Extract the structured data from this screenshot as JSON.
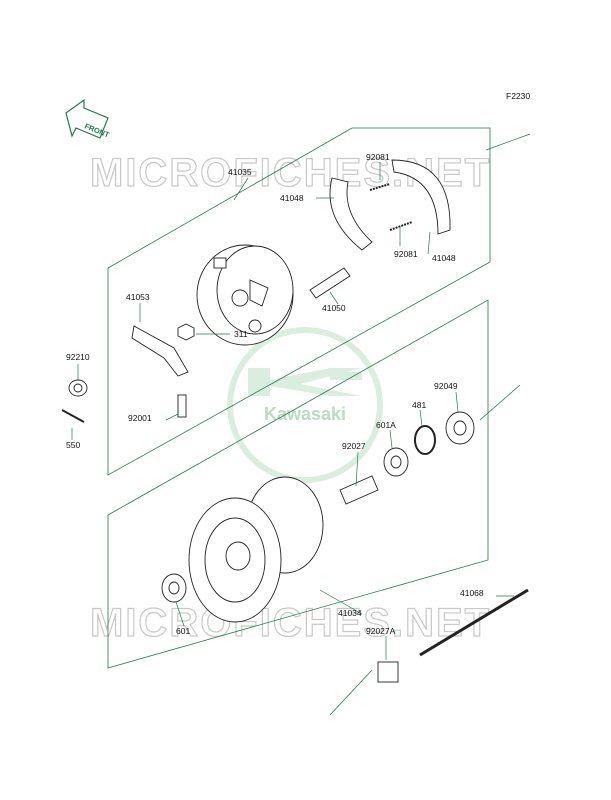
{
  "diagram": {
    "figure_code": "F2230",
    "front_arrow_label": "FRONT",
    "logo_text": "Kawasaki",
    "watermark_text": "MICROFICHES.NET",
    "colors": {
      "frame": "#1f7a4a",
      "watermark": "#c8c8c8",
      "logo": "#d9eedf"
    },
    "part_labels": {
      "p41035": "41035",
      "p92081_top": "92081",
      "p41048_left": "41048",
      "p92081_bottom": "92081",
      "p41048_right": "41048",
      "p41050": "41050",
      "p41053": "41053",
      "p311": "311",
      "p92210": "92210",
      "p92001": "92001",
      "p550": "550",
      "p92049": "92049",
      "p481": "481",
      "p601A": "601A",
      "p92027": "92027",
      "p41034": "41034",
      "p601": "601",
      "p41068": "41068",
      "p92027A": "92027A"
    }
  }
}
